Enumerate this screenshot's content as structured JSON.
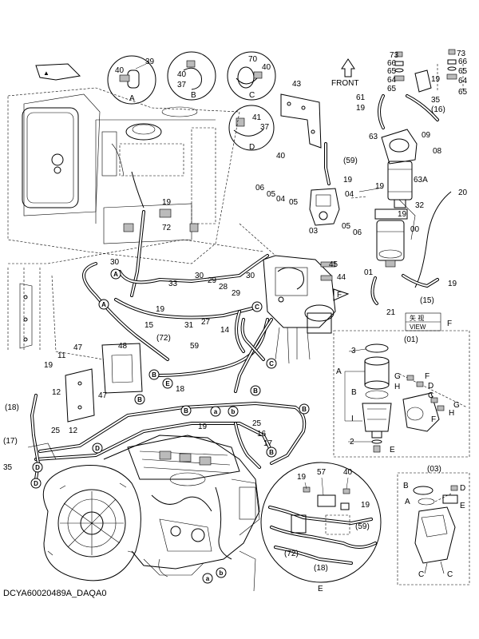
{
  "caption": "DCYA60020489A_DAQA0",
  "front_label": "FRONT",
  "view_box": {
    "cjk": "矢 视",
    "view": "VIEW",
    "letter": "F"
  },
  "detail_A": {
    "parts": [
      "40",
      "39"
    ],
    "letter": "A"
  },
  "detail_B": {
    "parts": [
      "40",
      "37"
    ],
    "letter": "B"
  },
  "detail_C": {
    "parts": [
      "70",
      "40"
    ],
    "letter": "C"
  },
  "detail_D": {
    "parts": [
      "41",
      "37"
    ],
    "letter": "D"
  },
  "detail_01": {
    "title": "(01)",
    "parts": [
      "3",
      "A",
      "B",
      "I",
      "2",
      "E",
      "G",
      "H",
      "F",
      "D",
      "C",
      "G",
      "H",
      "F"
    ]
  },
  "detail_03": {
    "title": "(03)",
    "parts": [
      "B",
      "D",
      "A",
      "E",
      "C",
      "C"
    ]
  },
  "detail_E": {
    "parts": [
      "19",
      "57",
      "40",
      "19",
      "(72)",
      "(18)",
      "(59)"
    ],
    "letter": "E"
  },
  "refs": {
    "A": "A",
    "B": "B",
    "C": "C",
    "D": "D",
    "E": "E",
    "F": "F",
    "a": "a",
    "b": "b"
  },
  "part_labels": {
    "p73a": "73",
    "p66a": "66",
    "p65a": "65",
    "p64a": "64",
    "p65b": "65",
    "p73b": "73",
    "p66b": "66",
    "p65c": "65",
    "p64b": "64",
    "p65d": "65",
    "p19a": "19",
    "p35a": "35",
    "p16": "(16)",
    "p61": "61",
    "p19b": "19",
    "p43": "43",
    "p63": "63",
    "p09": "09",
    "p08": "08",
    "p63A": "63A",
    "p20": "20",
    "p59a": "(59)",
    "p40a": "40",
    "p19c": "19",
    "p06a": "06",
    "p05a": "05",
    "p04a": "04",
    "p05b": "05",
    "p19d": "19",
    "p19e": "19",
    "p32": "32",
    "p04b": "04",
    "p03": "03",
    "p05c": "05",
    "p06b": "06",
    "p00": "00",
    "p01": "01",
    "p19f": "19",
    "p15a": "(15)",
    "p21": "21",
    "p45": "45",
    "p44": "44",
    "p19g": "19",
    "p72a": "72",
    "p30a": "30",
    "p33": "33",
    "p30b": "30",
    "p29a": "29",
    "p28": "28",
    "p29b": "29",
    "p30c": "30",
    "p19h": "19",
    "p15b": "15",
    "p31": "31",
    "p27": "27",
    "p14": "14",
    "p72b": "(72)",
    "p59b": "59",
    "p47a": "47",
    "p48": "48",
    "p11": "11",
    "p19i": "19",
    "p47b": "47",
    "p18a": "18",
    "p12a": "12",
    "p18b": "(18)",
    "p25a": "25",
    "p12b": "12",
    "p17a": "(17)",
    "p35b": "35",
    "p19j": "19",
    "p25b": "25",
    "p16b": "16",
    "p17b": "17"
  }
}
